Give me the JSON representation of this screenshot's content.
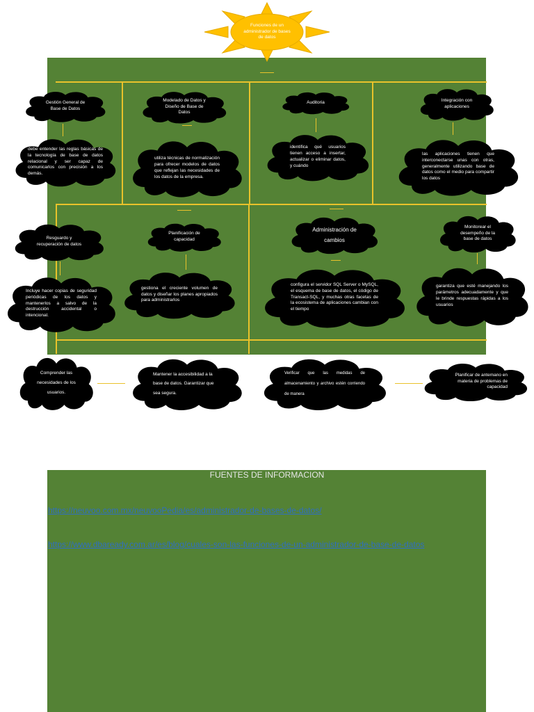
{
  "title": "Funciones de un administrador de bases de datos",
  "row1": [
    {
      "title": "Gestión General de Base de Datos",
      "desc": "debe entender las reglas básicas de la tecnología de base de datos relacional y ser capaz de comunicarlos con precisión a los demás."
    },
    {
      "title": "Modelado de Datos y Diseño de Base de Datos",
      "desc": "utiliza técnicas de normalización para ofrecer modelos de datos que reflejan las necesidades de los datos de la empresa."
    },
    {
      "title": "Auditoria",
      "desc": "identifica qué usuarios tienen acceso a insertar, actualizar o eliminar datos, y cuándo"
    },
    {
      "title": "Integración con aplicaciones",
      "desc": "las aplicaciones tienen que interconectarse unas con otras, generalmente utilizando base de datos como el medio para compartir los datos"
    }
  ],
  "row2": [
    {
      "title": "Resguardo y recuperación de datos",
      "desc": "Incluye hacer copias de seguridad periódicas de los datos y mantenerlos a salvo de la destrucción accidental o intencional."
    },
    {
      "title": "Planificación de capacidad",
      "desc": "gestiona el creciente volumen de datos y diseñar los planes apropiados para administrarlos"
    },
    {
      "title": "Administración de cambios",
      "desc": "configura el servidor SQL Server o MySQL, el esquema de base de datos, el código de Transact-SQL, y muchas otras facetas de la ecosistema de aplicaciones cambian con el tiempo"
    },
    {
      "title": "Monitorear el desempeño de la base de datos",
      "desc": "garantiza que esté manejando los parámetros adecuadamente y que le brinde respuestas rápidas a los usuarios"
    }
  ],
  "bottom": [
    "Comprender las necesidades de los usuarios.",
    "Mantener la accesibilidad a la base de datos. Garantizar que sea segura.",
    "Verificar que las medidas de almacenamiento y archivo estén corriendo de manera",
    "Planificar de antemano en materia de problemas de capacidad"
  ],
  "sources": {
    "title": "FUENTES DE INFORMACION",
    "links": [
      "https://neuvoo.com.mx/neuvooPedia/es/administrador-de-bases-de-datos/",
      "https://www.dbaready.com.ar/es/blog/cuales-son-las-funciones-de-un-administrador-de-base-de-datos"
    ]
  },
  "colors": {
    "green": "#548235",
    "blue": "#4472c4",
    "orange": "#ed7d31",
    "yellow": "#ffc000",
    "line": "#e9c22b"
  }
}
